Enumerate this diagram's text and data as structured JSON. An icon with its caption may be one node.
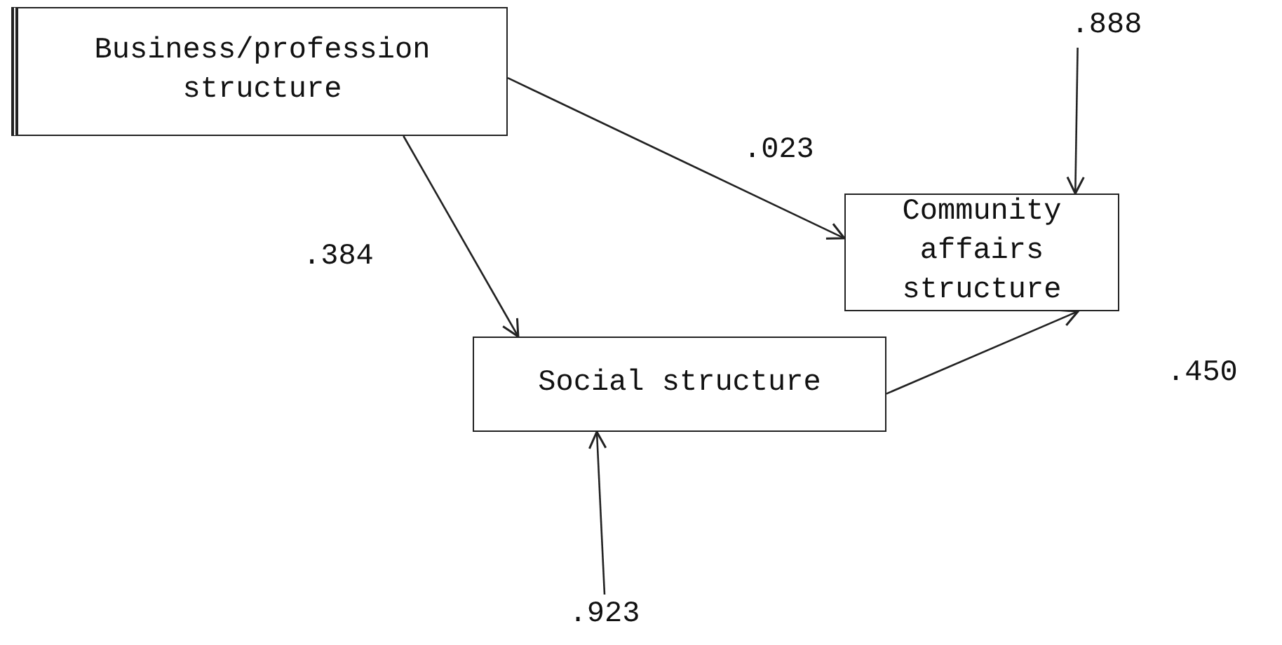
{
  "diagram": {
    "nodes": [
      {
        "text": [
          "Business/profession structure"
        ]
      },
      {
        "text": [
          "Community affairs structure"
        ]
      },
      {
        "text": [
          "Social structure"
        ]
      },
      {
        "text": [
          ".888"
        ]
      },
      {
        "text": [
          ".923"
        ]
      }
    ],
    "edges": [
      {
        "from": 0,
        "to": 1,
        "arrow": "to",
        "label": ".023"
      },
      {
        "from": 0,
        "to": 2,
        "arrow": "to",
        "label": ".384"
      },
      {
        "from": 2,
        "to": 1,
        "arrow": "to",
        "label": ".450"
      },
      {
        "from": 3,
        "to": 1,
        "arrow": "to"
      },
      {
        "from": 4,
        "to": 2,
        "arrow": "to"
      }
    ]
  }
}
